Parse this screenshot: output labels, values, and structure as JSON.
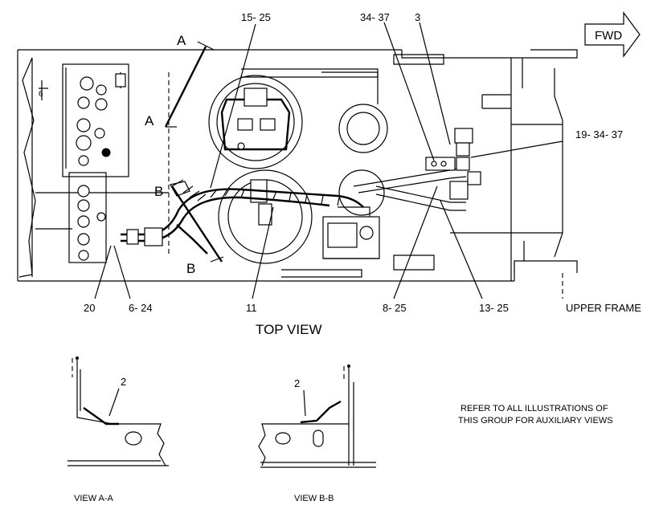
{
  "direction_arrow": {
    "label": "FWD"
  },
  "callouts": {
    "c15_25": "15- 25",
    "c34_37": "34- 37",
    "c3": "3",
    "c19_34_37": "19- 34- 37",
    "c20": "20",
    "c6_24": "6- 24",
    "c11": "11",
    "c8_25": "8- 25",
    "c13_25": "13- 25",
    "c2_left": "2",
    "c2_right": "2"
  },
  "section_letters": {
    "a_top": "A",
    "a_bottom": "A",
    "b_top": "B",
    "b_bottom": "B"
  },
  "labels": {
    "upper_frame": "UPPER FRAME",
    "top_view": "TOP VIEW",
    "view_aa": "VIEW A-A",
    "view_bb": "VIEW B-B"
  },
  "note": {
    "line1": "REFER TO ALL ILLUSTRATIONS OF",
    "line2": "THIS GROUP FOR AUXILIARY VIEWS"
  }
}
